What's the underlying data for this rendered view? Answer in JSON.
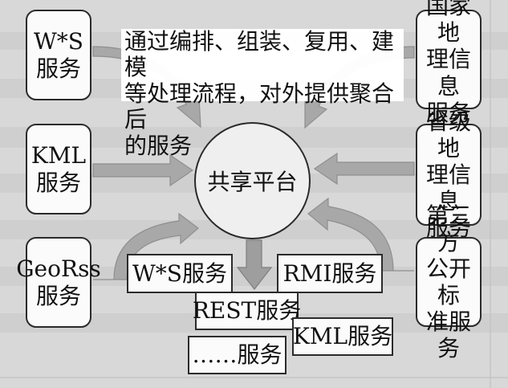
{
  "diagram": {
    "left_sources": [
      {
        "label": "W*S\n服务"
      },
      {
        "label": "KML\n服务"
      },
      {
        "label": "GeoRss\n服务"
      }
    ],
    "right_sources": [
      {
        "label": "国家地\n理信息\n服务"
      },
      {
        "label": "省级地\n理信息\n服务"
      },
      {
        "label": "第三方\n公开标\n准服务"
      }
    ],
    "description": "通过编排、组装、复用、建模\n等处理流程，对外提供聚合后\n的服务",
    "hub": {
      "label": "共享平台"
    },
    "output_services": [
      {
        "label": "W*S服务"
      },
      {
        "label": "RMI服务"
      },
      {
        "label": "REST服务"
      },
      {
        "label": "KML服务"
      },
      {
        "label": "……服务"
      }
    ]
  }
}
